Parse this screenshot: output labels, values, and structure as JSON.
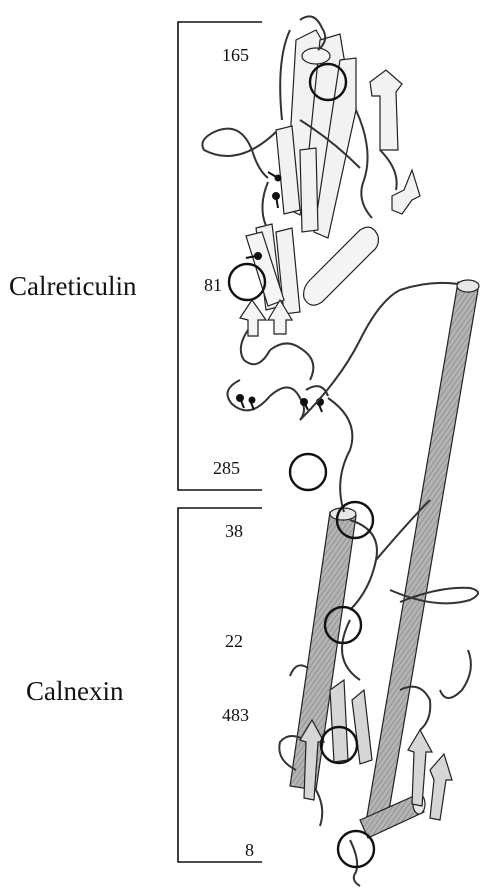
{
  "labels": {
    "calreticulin": "Calreticulin",
    "calnexin": "Calnexin"
  },
  "residue_numbers": {
    "calreticulin": [
      "165",
      "81",
      "285"
    ],
    "calnexin": [
      "38",
      "22",
      "483",
      "8"
    ]
  },
  "colors": {
    "ink": "#111111",
    "helix_fill": "#a8a8a8",
    "sheet_fill": "#e6e6e6",
    "background": "#ffffff"
  }
}
